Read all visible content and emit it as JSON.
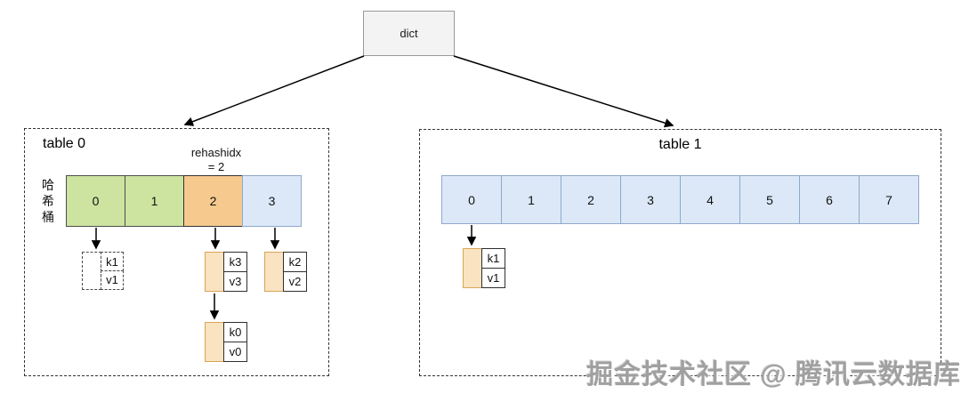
{
  "diagram": {
    "root": {
      "label": "dict"
    },
    "table0": {
      "title": "table 0",
      "rehash_label_line1": "rehashidx",
      "rehash_label_line2": "= 2",
      "axis_label": "哈希桶",
      "axis_label_chars": [
        "哈",
        "希",
        "桶"
      ],
      "buckets": [
        {
          "label": "0",
          "state": "migrated"
        },
        {
          "label": "1",
          "state": "migrated"
        },
        {
          "label": "2",
          "state": "rehashing"
        },
        {
          "label": "3",
          "state": "pending"
        }
      ],
      "entries": [
        {
          "key": "k1",
          "value": "v1",
          "style": "dashed-ghost",
          "linked_from": "bucket 0"
        },
        {
          "key": "k3",
          "value": "v3",
          "style": "solid",
          "linked_from": "bucket 2"
        },
        {
          "key": "k0",
          "value": "v0",
          "style": "solid",
          "linked_from": "entry k3/v3"
        },
        {
          "key": "k2",
          "value": "v2",
          "style": "solid",
          "linked_from": "bucket 3"
        }
      ]
    },
    "table1": {
      "title": "table 1",
      "buckets": [
        {
          "label": "0"
        },
        {
          "label": "1"
        },
        {
          "label": "2"
        },
        {
          "label": "3"
        },
        {
          "label": "4"
        },
        {
          "label": "5"
        },
        {
          "label": "6"
        },
        {
          "label": "7"
        }
      ],
      "entries": [
        {
          "key": "k1",
          "value": "v1",
          "style": "solid",
          "linked_from": "bucket 0"
        }
      ]
    },
    "watermark": "掘金技术社区 @ 腾讯云数据库",
    "colors": {
      "migrated_bucket_fill": "#cde3a0",
      "rehashing_bucket_fill": "#f6c98f",
      "pending_bucket_fill": "#dce8f8",
      "entry_bar_fill": "#f9e3c1",
      "entry_bar_border": "#d9a559",
      "dict_box_fill": "#f3f3f3"
    }
  }
}
